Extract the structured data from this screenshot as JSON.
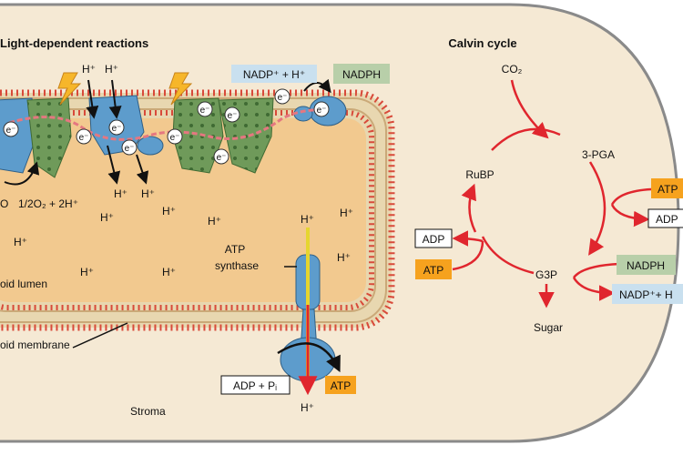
{
  "colors": {
    "stroma": "#f5e9d4",
    "lumen": "#f2c98f",
    "membrane_head": "#d84a3a",
    "membrane_tail": "#e8d7b0",
    "protein_green": "#6f9a5a",
    "protein_blue": "#5d9ccc",
    "arrow_red": "#e0262e",
    "atp_orange": "#f6a21e",
    "nadph_green": "#b8cfa9",
    "nadp_blue": "#c9e0ef"
  },
  "light_reactions": {
    "title": "Light-dependent reactions",
    "h_plus": "H⁺",
    "electron": "e⁻",
    "nadp_plus_h": "NADP⁺ + H⁺",
    "nadph": "NADPH",
    "water_products": "1/2O₂ + 2H⁺",
    "water_fragment": "O",
    "lumen_label": "oid lumen",
    "atp_synthase": [
      "ATP",
      "synthase"
    ],
    "membrane_label": "oid membrane",
    "adp_pi": "ADP + Pᵢ",
    "atp": "ATP",
    "stroma_label": "Stroma"
  },
  "calvin_cycle": {
    "title": "Calvin cycle",
    "co2": "CO₂",
    "pga": "3-PGA",
    "rubp": "RuBP",
    "g3p": "G3P",
    "sugar": "Sugar",
    "adp": "ADP",
    "atp": "ATP",
    "nadph": "NADPH",
    "nadp_h": "NADP⁺+ H",
    "atp_right": "ATP",
    "adp_right": "ADP"
  }
}
